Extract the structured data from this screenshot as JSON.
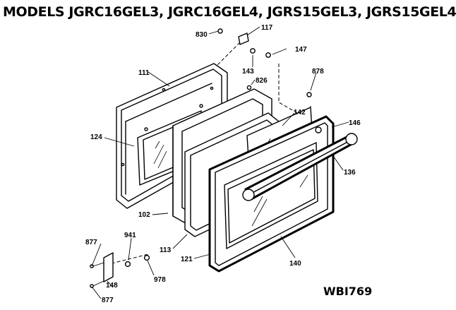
{
  "title": "MODELS JGRC16GEL3, JGRC16GEL4, JGRS15GEL3, JGRS15GEL4",
  "drawing_code": "WBI769",
  "callouts": {
    "p111": "111",
    "p124": "124",
    "p102": "102",
    "p113": "113",
    "p121": "121",
    "p140": "140",
    "p136": "136",
    "p146": "146",
    "p142": "142",
    "p878": "878",
    "p147": "147",
    "p143": "143",
    "p826": "826",
    "p830": "830",
    "p117": "117",
    "p877a": "877",
    "p877b": "877",
    "p941": "941",
    "p978": "978",
    "p148": "148"
  }
}
